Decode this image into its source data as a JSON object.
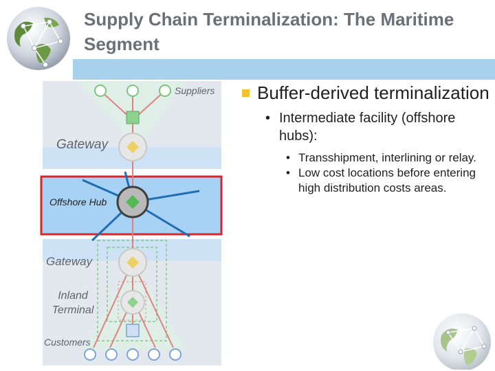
{
  "title": "Supply Chain Terminalization: The Maritime Segment",
  "diagram": {
    "suppliers_label": "Suppliers",
    "gateway_top_label": "Gateway",
    "offshore_hub_label": "Offshore Hub",
    "gateway_bottom_label": "Gateway",
    "inland_terminal_label": "Inland Terminal",
    "customers_label": "Customers"
  },
  "bullets": {
    "main": "Buffer-derived terminalization",
    "sub": "Intermediate facility (offshore hubs):",
    "subsub": [
      "Transshipment, interlining or relay.",
      "Low cost locations before entering high distribution costs areas."
    ],
    "dot": "•"
  },
  "colors": {
    "title_text": "#6b6f78",
    "title_bar": "#a9d0ec",
    "hub_highlight": "#d9262b",
    "bullet_square": "#f2c230",
    "node_green": "#8ed18e",
    "diamond": "#ecd064",
    "link_red": "#e08080",
    "link_blue": "#1f6eb4"
  },
  "icons": {
    "top_left": "globe-network-icon",
    "bottom_right": "globe-network-icon",
    "bullet_main": "square-bullet-icon"
  }
}
